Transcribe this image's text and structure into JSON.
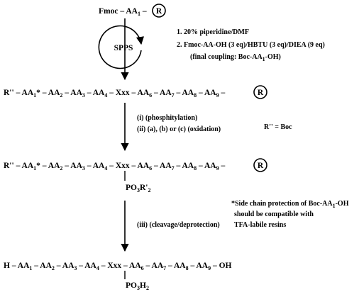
{
  "start": {
    "prefix": "Fmoc – AA",
    "sub": "1",
    "dash": " –",
    "resin": "R"
  },
  "cycle": {
    "label": "SPPS"
  },
  "steps": {
    "s1": "1.   20% piperidine/DMF",
    "s2": "2.   Fmoc-AA-OH (3 eq)/HBTU (3 eq)/DIEA (9 eq)",
    "s3": "(final coupling: Boc-AA",
    "s3_sub": "1",
    "s3_end": "-OH)"
  },
  "chain1": {
    "t0": "R'' – AA",
    "s0": "1",
    "t1": "* – AA",
    "s1": "2",
    "t2": " – AA",
    "s2": "3",
    "t3": " – AA",
    "s3": "4",
    "t4": " – Xxx – AA",
    "s4": "6",
    "t5": " – AA",
    "s5": "7",
    "t6": " – AA",
    "s6": "8",
    "t7": " – AA",
    "s7": "9",
    "t8": " –",
    "resin": "R"
  },
  "reaction2": {
    "i": "(i)  (phosphitylation)",
    "ii": "(ii) (a), (b) or (c) (oxidation)",
    "rdef": "R'' = Boc"
  },
  "chain2": {
    "t0": "R'' – AA",
    "s0": "1",
    "t1": "* – AA",
    "s1": "2",
    "t2": " – AA",
    "s2": "3",
    "t3": " – AA",
    "s3": "4",
    "t4": " – Xxx – AA",
    "s4": "6",
    "t5": " – AA",
    "s5": "7",
    "t6": " – AA",
    "s6": "8",
    "t7": " – AA",
    "s7": "9",
    "t8": " –",
    "resin": "R",
    "branch": "PO",
    "branch_sub1": "3",
    "branch_mid": "R'",
    "branch_sub2": "2"
  },
  "note": {
    "l1a": "*Side chain protection of Boc-AA",
    "l1sub": "1",
    "l1b": "-OH",
    "l2": "should be compatible with",
    "l3": "TFA-labile resins"
  },
  "reaction3": {
    "iii": "(iii) (cleavage/deprotection)"
  },
  "chain3": {
    "t0": "H – AA",
    "s0": "1",
    "t1": " – AA",
    "s1": "2",
    "t2": " – AA",
    "s2": "3",
    "t3": " – AA",
    "s3": "4",
    "t4": " – Xxx – AA",
    "s4": "6",
    "t5": " – AA",
    "s5": "7",
    "t6": " – AA",
    "s6": "8",
    "t7": " – AA",
    "s7": "9",
    "t8": " – OH",
    "branch": "PO",
    "branch_sub1": "3",
    "branch_mid": "H",
    "branch_sub2": "2"
  }
}
